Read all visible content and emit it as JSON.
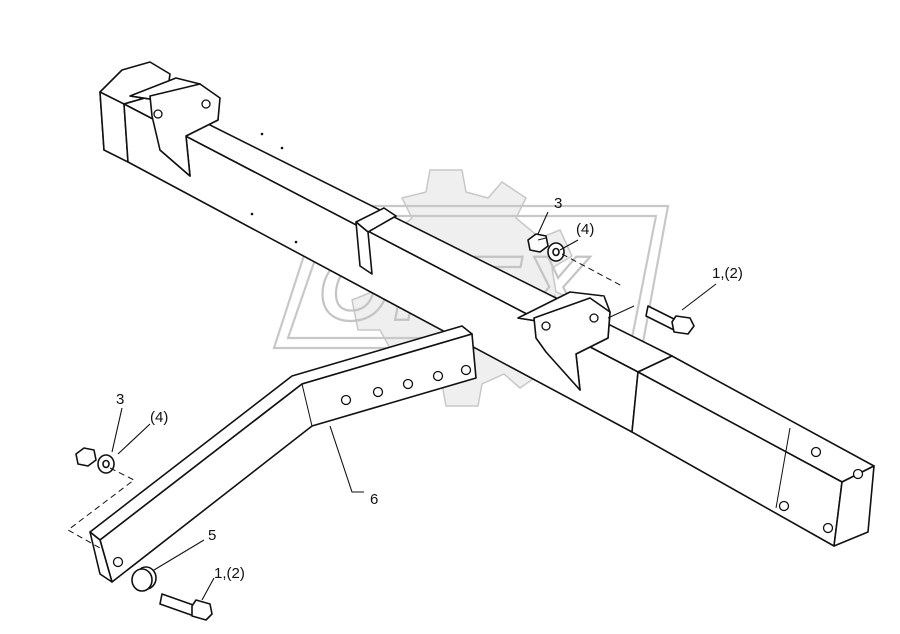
{
  "watermark": {
    "text": "OPEX"
  },
  "callouts": [
    {
      "id": "nut-upper",
      "text": "3"
    },
    {
      "id": "washer-upper",
      "text": "(4)"
    },
    {
      "id": "bolt-upper",
      "text": "1,(2)"
    },
    {
      "id": "nut-lower",
      "text": "3"
    },
    {
      "id": "washer-lower",
      "text": "(4)"
    },
    {
      "id": "arm",
      "text": "6"
    },
    {
      "id": "spacer",
      "text": "5"
    },
    {
      "id": "bolt-lower",
      "text": "1,(2)"
    }
  ]
}
